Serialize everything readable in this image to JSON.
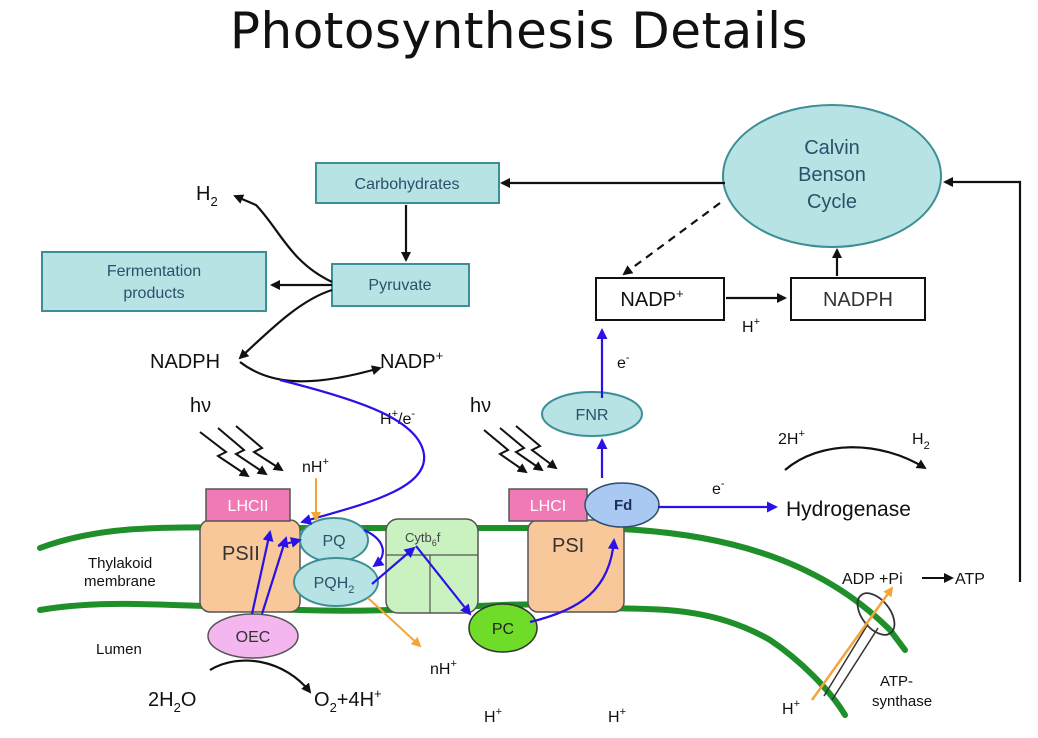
{
  "title": "Photosynthesis Details",
  "nodes": {
    "calvin_cycle": [
      "Calvin",
      "Benson",
      "Cycle"
    ],
    "carbohydrates": "Carbohydrates",
    "pyruvate": "Pyruvate",
    "fermentation": [
      "Fermentation",
      "products"
    ],
    "nadp_box": "NADP",
    "nadph_box": "NADPH",
    "fnr": "FNR",
    "fd": "Fd",
    "lhcii": "LHCII",
    "psii": "PSII",
    "pq": "PQ",
    "pqh2": "PQH",
    "cytb6f": "Cytb",
    "lhci": "LHCI",
    "psi": "PSI",
    "pc": "PC",
    "oec": "OEC",
    "hydrogenase": "Hydrogenase"
  },
  "labels": {
    "h2_left": "H",
    "nadph": "NADPH",
    "nadp_plus": "NADP",
    "h_plus_e": "H",
    "e_slash": "/e",
    "hv_left": "hν",
    "hv_right": "hν",
    "nh_top": "nH",
    "nh_bottom": "nH",
    "e_fnr": "e",
    "h_plus_nadp": "H",
    "two_h_plus": "2H",
    "h2_right": "H",
    "e_hydrogenase": "e",
    "adp_pi": "ADP +Pi",
    "atp": "ATP",
    "thylakoid_membrane": [
      "Thylakoid",
      "membrane"
    ],
    "lumen": "Lumen",
    "water": "2H",
    "water_o": "O",
    "oxygen": "O",
    "oxygen_tail": "+4H",
    "h_lumen_1": "H",
    "h_lumen_2": "H",
    "h_atp": "H",
    "atp_synthase": [
      "ATP-",
      "synthase"
    ],
    "sub_2": "2",
    "sub_6": "6",
    "sup_plus": "+",
    "sup_minus": "-",
    "f_suffix": "f"
  },
  "colors": {
    "teal_box": "#b7e3e4",
    "teal_stroke": "#3d8f96",
    "pink": "#f07ab6",
    "orange": "#f8c89a",
    "green_membrane": "#1f8f2a",
    "light_green": "#c9f2c0",
    "bright_green": "#6fdc2a",
    "oec_pink": "#f3b6ee",
    "fd_blue": "#a9c9f2",
    "blue_arrow": "#2a12e6",
    "orange_arrow": "#f2a63a"
  }
}
